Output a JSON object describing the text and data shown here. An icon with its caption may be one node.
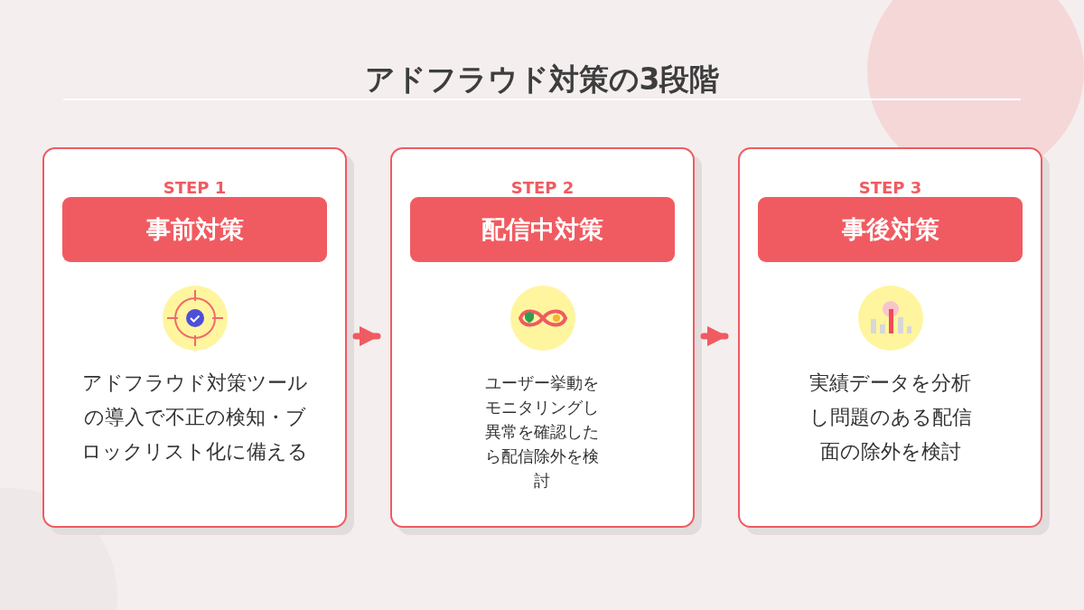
{
  "diagram": {
    "title": "アドフラウド対策の3段階",
    "nodes": [
      {
        "text": [
          "STEP 1",
          "アドフラウド対策ツールの導入で不正の検知・ブロックリスト化に備える"
        ]
      },
      {
        "text": [
          "事前対策"
        ],
        "in": 0
      },
      {
        "text": [
          "STEP 2",
          "ユーザー挙動をモニタリングし異常を確認したら配信除外を検討"
        ]
      },
      {
        "text": [
          "配信中対策"
        ],
        "in": 2
      },
      {
        "text": [
          "STEP 3",
          "実績データを分析し問題のある配信面の除外を検討"
        ]
      },
      {
        "text": [
          "事後対策"
        ],
        "in": 4
      }
    ],
    "edges": [
      {
        "from": 0,
        "to": 2,
        "arrow": "to"
      },
      {
        "from": 2,
        "to": 4,
        "arrow": "to"
      }
    ]
  }
}
